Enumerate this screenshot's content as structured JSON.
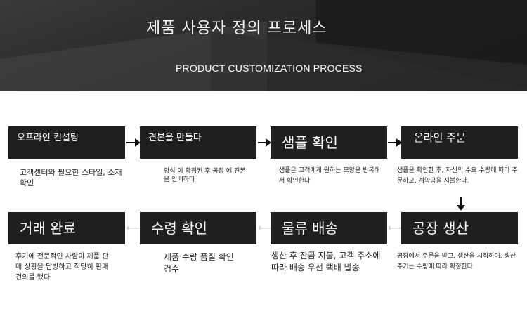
{
  "banner": {
    "title": "제품 사용자 정의 프로세스",
    "subtitle": "PRODUCT CUSTOMIZATION PROCESS"
  },
  "steps": [
    {
      "title": "오프라인 컨설팅",
      "desc": "고객센터와 필요한 스타일, 소재 확인"
    },
    {
      "title": "견본을 만들다",
      "desc": "양식 이 확정된 후 공장 에 견본 을 안배하다"
    },
    {
      "title": "샘플 확인",
      "desc": "샘플은 고객에게 원하는 모양을 반복해서 확인한다"
    },
    {
      "title": "온라인 주문",
      "desc": "샘플을 확인한 후, 자신의 수요 수량에 따라 주문하고, 계약금을 지불한다."
    },
    {
      "title": "공장 생산",
      "desc": "공장에서 주문을 받고, 생산을 시작하며, 생산 주기는 수량에 따라 확정한다"
    },
    {
      "title": "물류 배송",
      "desc": "생산 후 잔금 지불, 고객 주소에 따라 배송 우선 택배 발송"
    },
    {
      "title": "수령 확인",
      "desc": "제품 수량 품질 확인 검수"
    },
    {
      "title": "거래 완료",
      "desc": "후기에 전문적인 사람이 제품 판매 상황을 답방하고 적당히 판매 건의를 했다"
    }
  ],
  "icons": {
    "arrow_right": "arrow-right-icon",
    "arrow_left": "arrow-left-icon",
    "arrow_down": "arrow-down-icon"
  },
  "colors": {
    "box_bg": "#1f1f1f",
    "banner_bg": "#2a2a2a",
    "arrow_left": "#bbbbbb"
  }
}
